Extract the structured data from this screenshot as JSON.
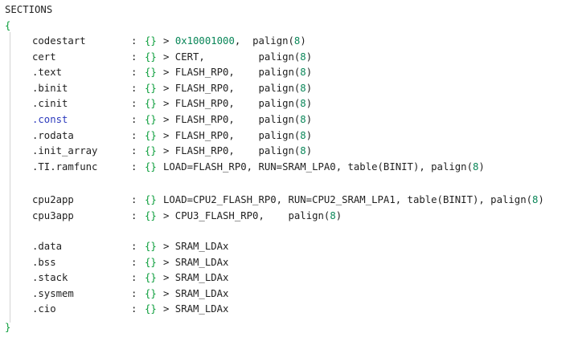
{
  "header": "SECTIONS",
  "open_brace": "{",
  "close_brace": "}",
  "colon": ":",
  "empty_braces": "{}",
  "groups": [
    {
      "rows": [
        {
          "name": "codestart",
          "rest_pre": "> ",
          "addr": "0x10001000",
          "rest_mid": ",  ",
          "func": "palign(",
          "num": "8",
          "close": ")"
        },
        {
          "name": "cert",
          "rest_pre": "> CERT,",
          "pad": "         ",
          "func": "palign(",
          "num": "8",
          "close": ")"
        },
        {
          "name": ".text",
          "rest_pre": "> FLASH_RP0,",
          "pad": "    ",
          "func": "palign(",
          "num": "8",
          "close": ")"
        },
        {
          "name": ".binit",
          "rest_pre": "> FLASH_RP0,",
          "pad": "    ",
          "func": "palign(",
          "num": "8",
          "close": ")"
        },
        {
          "name": ".cinit",
          "rest_pre": "> FLASH_RP0,",
          "pad": "    ",
          "func": "palign(",
          "num": "8",
          "close": ")"
        },
        {
          "name": ".const",
          "keyword": true,
          "rest_pre": "> FLASH_RP0,",
          "pad": "    ",
          "func": "palign(",
          "num": "8",
          "close": ")"
        },
        {
          "name": ".rodata",
          "rest_pre": "> FLASH_RP0,",
          "pad": "    ",
          "func": "palign(",
          "num": "8",
          "close": ")"
        },
        {
          "name": ".init_array",
          "rest_pre": "> FLASH_RP0,",
          "pad": "    ",
          "func": "palign(",
          "num": "8",
          "close": ")"
        },
        {
          "name": ".TI.ramfunc",
          "rest_full": "LOAD=FLASH_RP0, RUN=SRAM_LPA0, table(BINIT), palign(",
          "num": "8",
          "close": ")"
        }
      ]
    },
    {
      "rows": [
        {
          "name": "cpu2app",
          "rest_full": "LOAD=CPU2_FLASH_RP0, RUN=CPU2_SRAM_LPA1, table(BINIT), palign(",
          "num": "8",
          "close": ")"
        },
        {
          "name": "cpu3app",
          "rest_pre": "> CPU3_FLASH_RP0,",
          "pad": "    ",
          "func": "palign(",
          "num": "8",
          "close": ")"
        }
      ]
    },
    {
      "rows": [
        {
          "name": ".data",
          "rest_plain": "> SRAM_LDAx"
        },
        {
          "name": ".bss",
          "rest_plain": "> SRAM_LDAx"
        },
        {
          "name": ".stack",
          "rest_plain": "> SRAM_LDAx"
        },
        {
          "name": ".sysmem",
          "rest_plain": "> SRAM_LDAx"
        },
        {
          "name": ".cio",
          "rest_plain": "> SRAM_LDAx"
        }
      ]
    }
  ],
  "colors": {
    "brace": "#0a9d3a",
    "number": "#098658",
    "keyword": "#2d3bbd",
    "text": "#1f1f1f"
  }
}
